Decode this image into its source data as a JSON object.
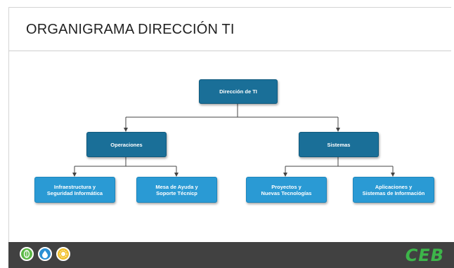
{
  "title": "ORGANIGRAMA DIRECCIÓN TI",
  "org": {
    "root": "Dirección de TI",
    "operaciones": "Operaciones",
    "sistemas": "Sistemas",
    "infra_l1": "Infraestructura y",
    "infra_l2": "Seguridad Informática",
    "mesa_l1": "Mesa de Ayuda y",
    "mesa_l2": "Soporte Técnicp",
    "proy_l1": "Proyectos y",
    "proy_l2": "Nuevas Tecnologías",
    "apps_l1": "Aplicaciones y",
    "apps_l2": "Sistemas de Información"
  },
  "footer": {
    "logo_text": "CEB",
    "icons": [
      "leaf-icon",
      "water-drop-icon",
      "sun-icon"
    ],
    "colors": {
      "bar": "#414141",
      "leaf": "#5cb947",
      "water": "#2a8fd4",
      "sun": "#f2c12e",
      "logo": "#3db54a"
    }
  },
  "colors": {
    "box_dark": "#1a6f98",
    "box_light": "#2a9ad4",
    "connector": "#444444"
  }
}
